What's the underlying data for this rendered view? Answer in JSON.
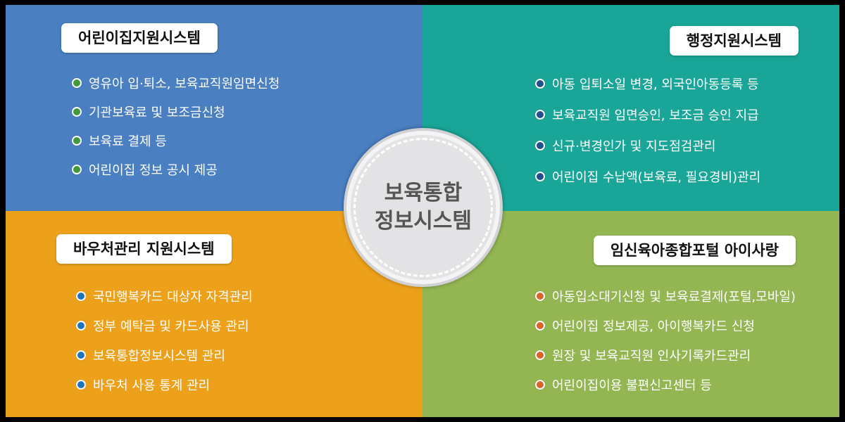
{
  "colors": {
    "top_left": "#4a7fc1",
    "top_right": "#19a698",
    "bottom_left": "#eda11b",
    "bottom_right": "#93b653",
    "bullet_top_left": "#3f9a3a",
    "bullet_top_right": "#1f4f8c",
    "bullet_bottom_left": "#1e74b8",
    "bullet_bottom_right": "#d9642a"
  },
  "center": {
    "line1": "보육통합",
    "line2": "정보시스템"
  },
  "quadrants": {
    "top_left": {
      "title": "어린이집지원시스템",
      "items": [
        "영유아 입·퇴소, 보육교직원임면신청",
        "기관보육료 및 보조금신청",
        "보육료 결제 등",
        "어린이집 정보 공시 제공"
      ]
    },
    "top_right": {
      "title": "행정지원시스템",
      "items": [
        "아동 입퇴소일 변경, 외국인아동등록 등",
        "보육교직원 임면승인, 보조금 승인 지급",
        "신규·변경인가 및 지도점검관리",
        "어린이집 수납액(보육료, 필요경비)관리"
      ]
    },
    "bottom_left": {
      "title": "바우처관리 지원시스템",
      "items": [
        "국민행복카드 대상자 자격관리",
        "정부 예탁금 및 카드사용 관리",
        "보육통합정보시스템 관리",
        "바우처 사용 통계 관리"
      ]
    },
    "bottom_right": {
      "title": "임신육아종합포털 아이사랑",
      "items": [
        "아동입소대기신청 및 보육료결제(포털,모바일)",
        "어린이집 정보제공, 아이행복카드 신청",
        "원장 및 보육교직원 인사기록카드관리",
        "어린이집이용 불편신고센터 등"
      ]
    }
  }
}
